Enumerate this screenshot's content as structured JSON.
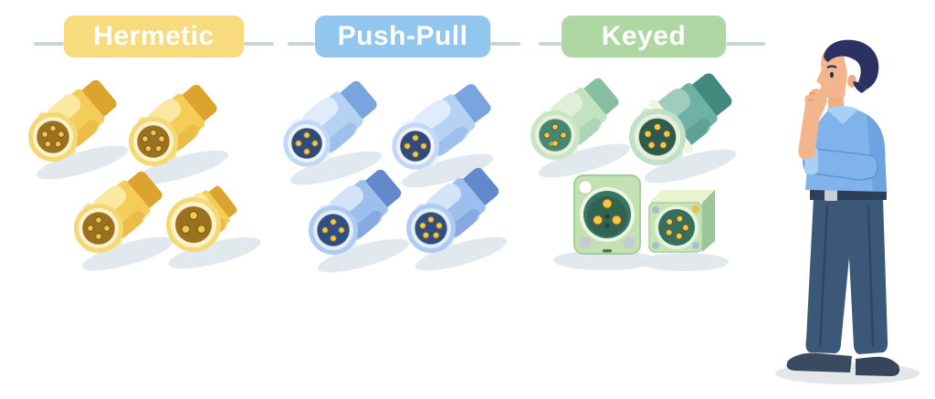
{
  "title": "Connector types comparison illustration",
  "categories": [
    {
      "label": "Hermetic",
      "pill_color": "#F8DA7F",
      "connector_color": "gold",
      "connectors": [
        {
          "kind": "circular plug",
          "pins": 5
        },
        {
          "kind": "circular plug",
          "pins": 5
        },
        {
          "kind": "circular plug",
          "pins": 4
        },
        {
          "kind": "circular plug",
          "pins": 3
        }
      ]
    },
    {
      "label": "Push-Pull",
      "pill_color": "#92C6EF",
      "connector_color": "blue",
      "connectors": [
        {
          "kind": "circular plug",
          "pins": 4
        },
        {
          "kind": "circular plug",
          "pins": 4
        },
        {
          "kind": "circular plug",
          "pins": 4
        },
        {
          "kind": "circular plug",
          "pins": 5
        }
      ]
    },
    {
      "label": "Keyed",
      "pill_color": "#AFD7A4",
      "connector_color": "green",
      "connectors": [
        {
          "kind": "circular plug with keyway",
          "pins": 4
        },
        {
          "kind": "circular plug",
          "pins": 5
        },
        {
          "kind": "square panel-mount socket",
          "pins": 3
        },
        {
          "kind": "square panel-mount socket",
          "pins": 5
        }
      ]
    }
  ],
  "figure": {
    "description": "Man standing in profile, thinking with hand on chin"
  },
  "colors": {
    "background": "#FFFFFF",
    "divider_line": "#C9D3DA",
    "pin_gold": "#F1C84F",
    "shadow": "#DEE5EC"
  }
}
